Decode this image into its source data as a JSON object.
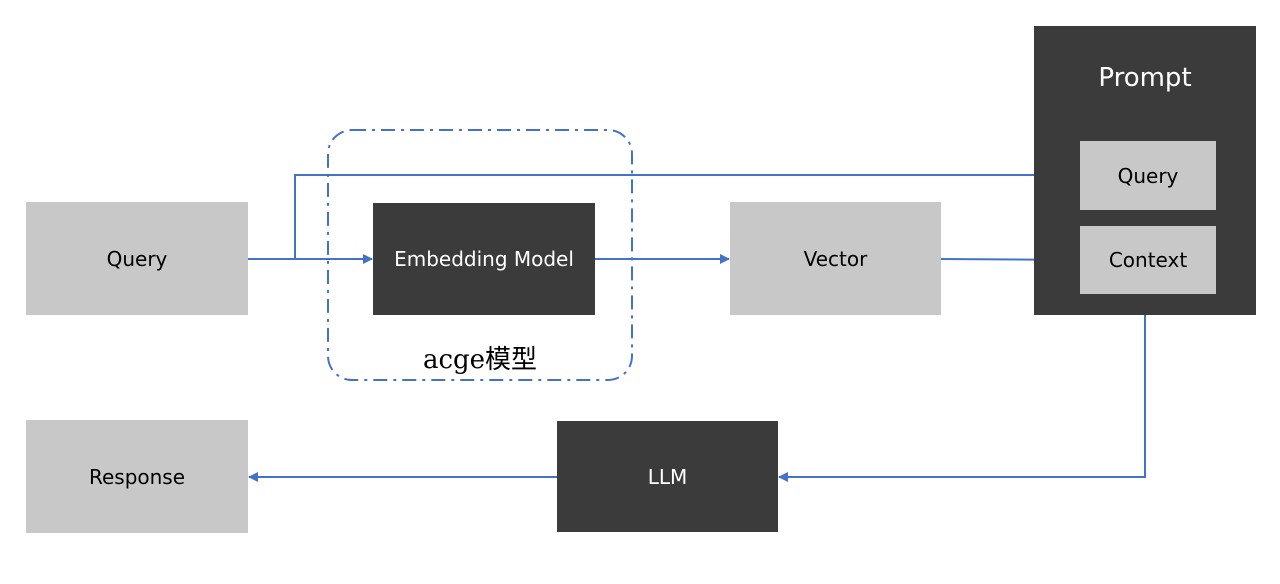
{
  "nodes": {
    "query": "Query",
    "embedding_model": "Embedding Model",
    "vector": "Vector",
    "prompt": "Prompt",
    "prompt_query": "Query",
    "prompt_context": "Context",
    "llm": "LLM",
    "response": "Response"
  },
  "groups": {
    "embedding_group_label": "acge模型"
  },
  "colors": {
    "light_box": "#c8c8c8",
    "dark_box": "#3b3b3b",
    "arrow": "#4472c4"
  }
}
